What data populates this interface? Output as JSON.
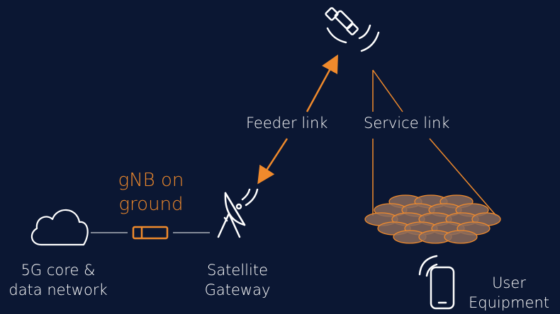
{
  "labels": {
    "feeder_link": "Feeder link",
    "service_link": "Service link",
    "gnb_line1": "gNB on",
    "gnb_line2": "ground",
    "core_line1": "5G core &",
    "core_line2": "data network",
    "gateway_line1": "Satellite",
    "gateway_line2": "Gateway",
    "ue_line1": "User",
    "ue_line2": "Equipment"
  },
  "icons": {
    "satellite": "satellite-icon",
    "dish": "satellite-dish-icon",
    "cloud": "cloud-icon",
    "gnb": "gnb-unit-icon",
    "phone": "mobile-phone-icon"
  },
  "colors": {
    "background": "#0b1733",
    "accent": "#f08a2c",
    "cell_fill": "#8a6a5c",
    "line": "#ffffff"
  }
}
